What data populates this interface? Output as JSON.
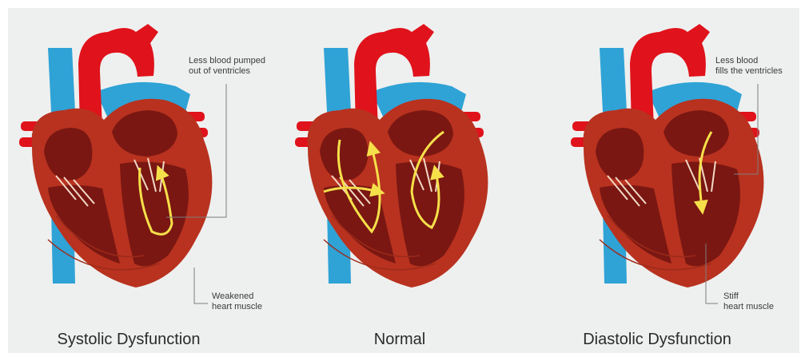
{
  "panels": [
    {
      "id": "systolic",
      "caption": "Systolic Dysfunction",
      "callout_top": "Less blood pumped\nout of ventricles",
      "callout_bottom": "Weakened\nheart muscle"
    },
    {
      "id": "normal",
      "caption": "Normal"
    },
    {
      "id": "diastolic",
      "caption": "Diastolic Dysfunction",
      "callout_top": "Less blood\nfills the ventricles",
      "callout_bottom": "Stiff\nheart muscle"
    }
  ],
  "colors": {
    "background": "#eef0ef",
    "aorta": "#e0121b",
    "vena_cava": "#2fa3d6",
    "myocardium": "#b8321f",
    "chamber": "#7a1712",
    "valve": "#f2d9c6",
    "flow_arrow": "#f6e04a",
    "leader_line": "#7d7d7d"
  }
}
